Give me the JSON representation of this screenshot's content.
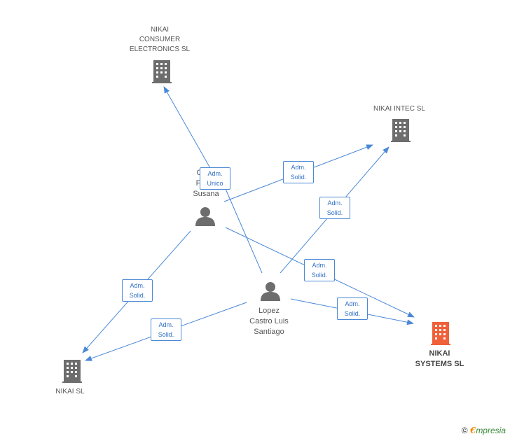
{
  "nodes": {
    "nikai_consumer": {
      "label": "NIKAI\nCONSUMER\nELECTRONICS SL"
    },
    "nikai_intec": {
      "label": "NIKAI INTEC  SL"
    },
    "garcia": {
      "label": "Gar...\nFerr...\nSusana"
    },
    "lopez": {
      "label": "Lopez\nCastro Luis\nSantiago"
    },
    "nikai_systems": {
      "label": "NIKAI\nSYSTEMS SL"
    },
    "nikai_sl": {
      "label": "NIKAI SL"
    }
  },
  "edges": {
    "adm_unico": {
      "line1": "Adm.",
      "line2": "Unico"
    },
    "adm_solid_1": {
      "line1": "Adm.",
      "line2": "Solid."
    },
    "adm_solid_2": {
      "line1": "Adm.",
      "line2": "Solid."
    },
    "adm_solid_3": {
      "line1": "Adm.",
      "line2": "Solid."
    },
    "adm_solid_4": {
      "line1": "Adm.",
      "line2": "Solid."
    },
    "adm_solid_5": {
      "line1": "Adm.",
      "line2": "Solid."
    },
    "adm_solid_6": {
      "line1": "Adm.",
      "line2": "Solid."
    }
  },
  "brand": {
    "copyright": "©",
    "e": "€",
    "word": "mpresia"
  },
  "colors": {
    "edge": "#4a88d6",
    "company": "#6d6d6d",
    "focus_company": "#f0603a",
    "person": "#6d6d6d"
  }
}
